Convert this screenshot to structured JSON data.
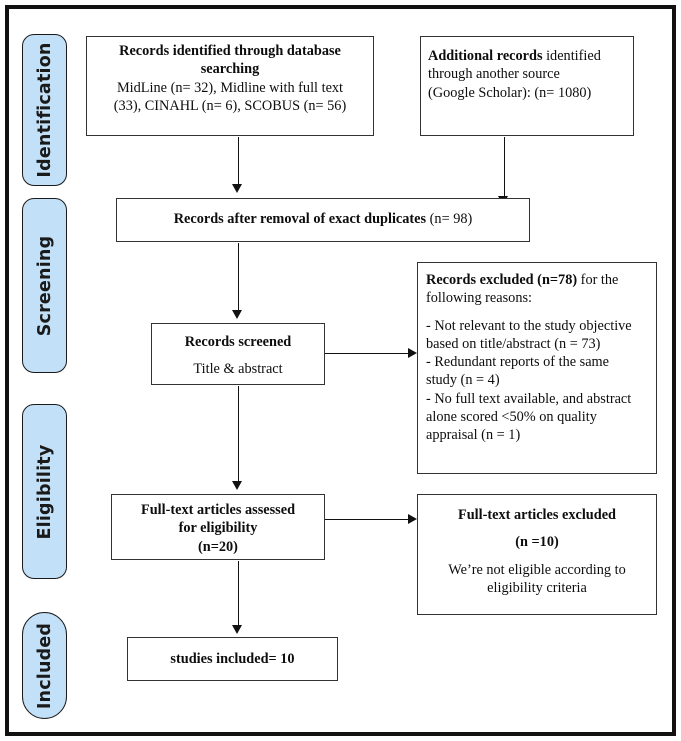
{
  "diagram": {
    "type": "prisma-flow-diagram",
    "title": "PRISMA study selection flow diagram",
    "accent_color": "#c2e0f7",
    "border_color": "#111111",
    "background_color": "#ffffff"
  },
  "stages": [
    {
      "id": "identification",
      "label": "Identification"
    },
    {
      "id": "screening",
      "label": "Screening"
    },
    {
      "id": "eligibility",
      "label": "Eligibility"
    },
    {
      "id": "included",
      "label": "Included"
    }
  ],
  "boxes": {
    "records_identified": {
      "heading": "Records identified through database searching",
      "line1": "MidLine (n= 32), Midline with full text",
      "line2": "(33), CINAHL (n= 6), SCOBUS (n= 56)"
    },
    "additional_records": {
      "heading": "Additional records",
      "heading_tail": " identified",
      "line1": "through another source",
      "line2": "(Google Scholar): (n= 1080)"
    },
    "after_duplicates": {
      "heading": "Records after removal of exact duplicates",
      "count": " (n= 98)"
    },
    "records_screened": {
      "heading": "Records screened",
      "line1": "Title & abstract"
    },
    "records_excluded": {
      "heading": "Records excluded (n=78)",
      "heading_tail": " for the",
      "line1": "following reasons:",
      "reason1a": "- Not relevant to the study objective",
      "reason1b": "based on title/abstract (n = 73)",
      "reason2a": "- Redundant reports of the same",
      "reason2b": "study (n = 4)",
      "reason3a": "- No full text available, and abstract",
      "reason3b": "alone scored <50% on quality",
      "reason3c": "appraisal (n = 1)"
    },
    "fulltext_assessed": {
      "line1": "Full-text articles assessed",
      "line2": "for eligibility",
      "line3": "(n=20)"
    },
    "fulltext_excluded": {
      "heading": "Full-text articles excluded",
      "count": "(n =10)",
      "note1": "We’re not eligible according to",
      "note2": "eligibility criteria"
    },
    "studies_included": {
      "heading": "studies included= 10"
    }
  }
}
